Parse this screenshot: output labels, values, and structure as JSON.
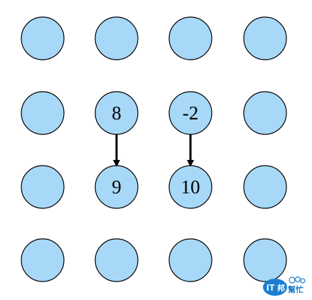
{
  "grid": {
    "rows": 4,
    "cols": 4,
    "node_fill": "#a8d8f8",
    "node_stroke": "#000000",
    "labels": {
      "1-1": "8",
      "1-2": "-2",
      "2-1": "9",
      "2-2": "10"
    }
  },
  "edges": [
    {
      "from": "1-1",
      "to": "2-1"
    },
    {
      "from": "1-2",
      "to": "2-2"
    }
  ],
  "watermark": {
    "brand": "IT",
    "suffix": "邦",
    "tag": "幫忙",
    "color": "#1a7fd0"
  }
}
